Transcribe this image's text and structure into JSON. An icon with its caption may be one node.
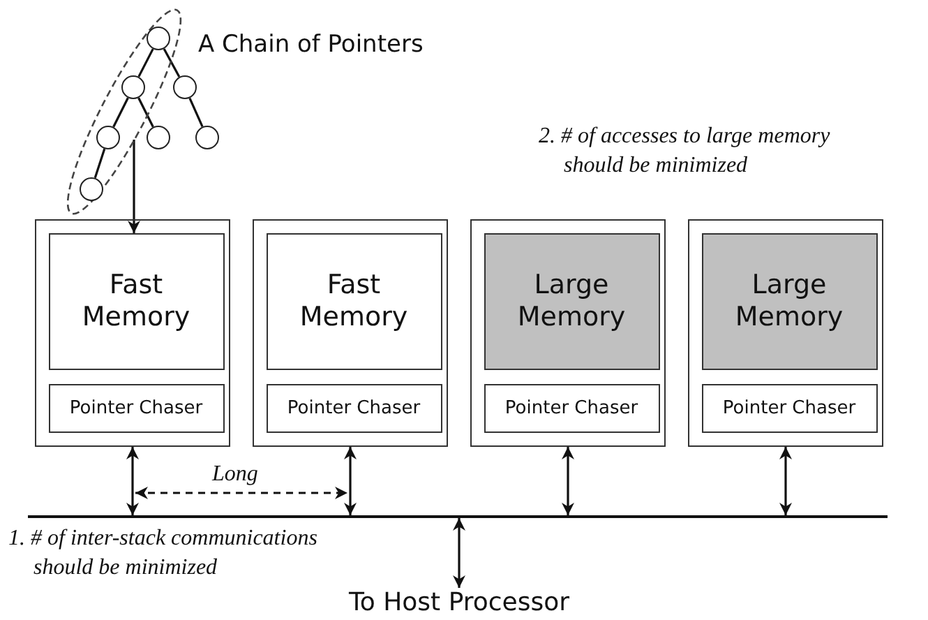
{
  "diagram": {
    "nodes": [
      {
        "text": [],
        "shape": "ellipse",
        "beside": [
          "A Chain of Pointers"
        ]
      },
      {
        "text": [],
        "shape": "circle",
        "in": 0
      },
      {
        "text": [],
        "shape": "circle",
        "in": 0
      },
      {
        "text": [],
        "shape": "circle"
      },
      {
        "text": [],
        "shape": "circle",
        "in": 0
      },
      {
        "text": [],
        "shape": "circle"
      },
      {
        "text": [],
        "shape": "circle"
      },
      {
        "text": [],
        "shape": "circle",
        "in": 0
      },
      {
        "text": [],
        "shape": "box"
      },
      {
        "text": [
          "Fast Memory"
        ],
        "in": 8
      },
      {
        "text": [
          "Pointer Chaser"
        ],
        "in": 8
      },
      {
        "text": [],
        "shape": "box"
      },
      {
        "text": [
          "Fast Memory"
        ],
        "in": 11
      },
      {
        "text": [
          "Pointer Chaser"
        ],
        "in": 11
      },
      {
        "text": [],
        "shape": "box"
      },
      {
        "text": [
          "Large Memory"
        ],
        "in": 14
      },
      {
        "text": [
          "Pointer Chaser"
        ],
        "in": 14
      },
      {
        "text": [],
        "shape": "box"
      },
      {
        "text": [
          "Large Memory"
        ],
        "in": 17
      },
      {
        "text": [
          "Pointer Chaser"
        ],
        "in": 17
      },
      {
        "text": [],
        "shape": "bar"
      },
      {
        "text": [
          "To Host Processor"
        ]
      }
    ],
    "edges": [
      {
        "from": 1,
        "to": 2,
        "arrow": "none"
      },
      {
        "from": 1,
        "to": 3,
        "arrow": "none"
      },
      {
        "from": 2,
        "to": 4,
        "arrow": "none"
      },
      {
        "from": 2,
        "to": 5,
        "arrow": "none"
      },
      {
        "from": 3,
        "to": 6,
        "arrow": "none"
      },
      {
        "from": 4,
        "to": 7,
        "arrow": "none"
      },
      {
        "from": 0,
        "to": 9,
        "arrow": "to"
      },
      {
        "from": 8,
        "to": 20,
        "arrow": "both"
      },
      {
        "from": 11,
        "to": 20,
        "arrow": "both"
      },
      {
        "from": 14,
        "to": 20,
        "arrow": "both"
      },
      {
        "from": 17,
        "to": 20,
        "arrow": "both"
      },
      {
        "from": 20,
        "to": 21,
        "arrow": "both"
      }
    ],
    "labels": [
      "2. # of accesses to large memory should be minimized",
      "Long",
      "1. # of inter-stack communications should be minimized"
    ]
  }
}
